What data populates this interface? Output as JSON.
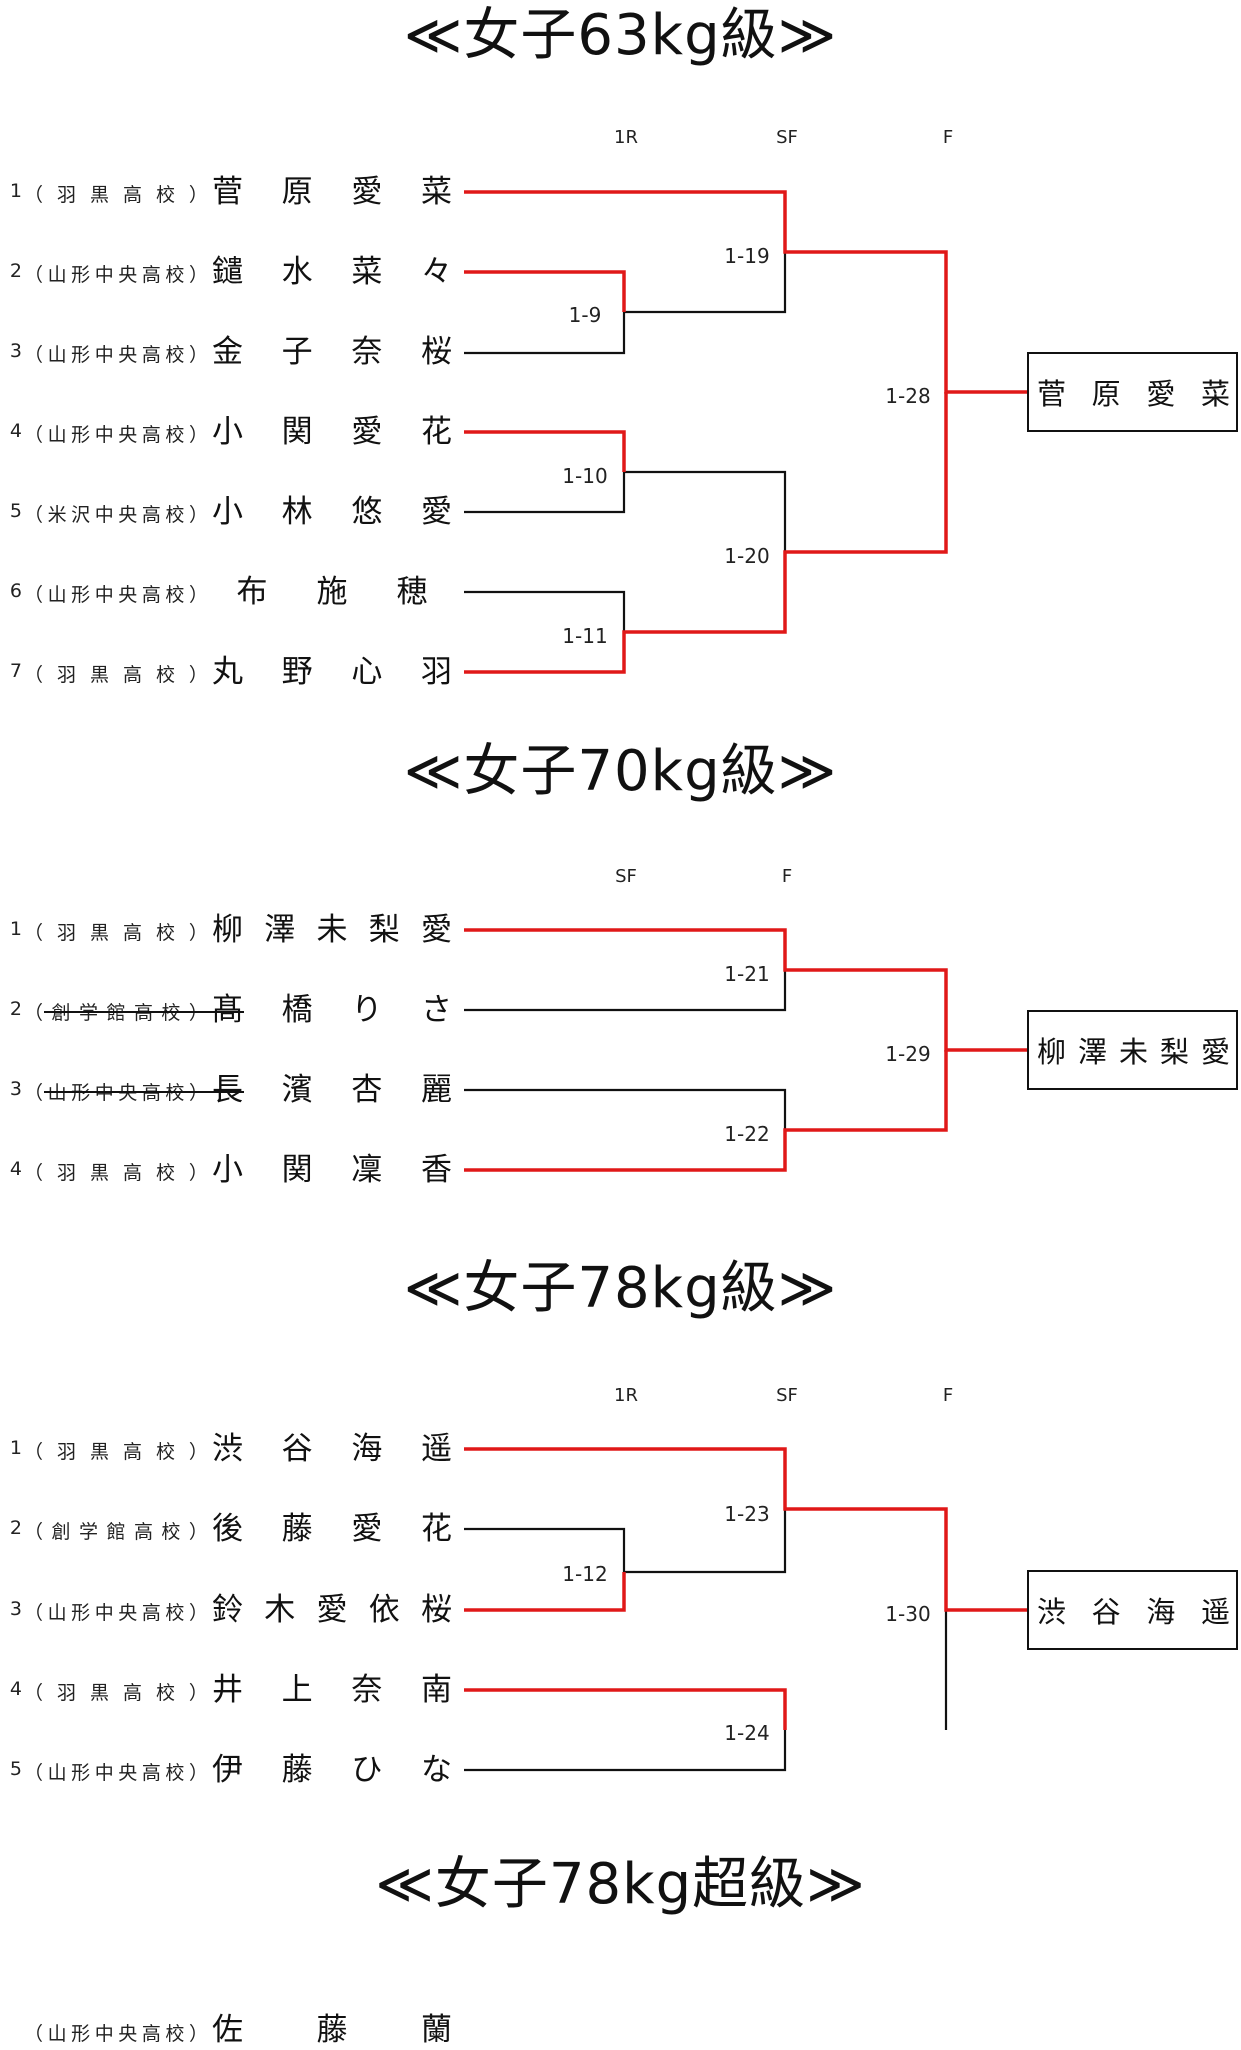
{
  "colors": {
    "win_line": "#e01818",
    "line": "#111111"
  },
  "brackets": [
    {
      "title": "≪女子63kg級≫",
      "rounds": [
        "1R",
        "SF",
        "F"
      ],
      "players": [
        {
          "num": "1",
          "school": "（羽黒高校）",
          "name": "菅原愛菜"
        },
        {
          "num": "2",
          "school": "（山形中央高校）",
          "name": "鑓水菜々"
        },
        {
          "num": "3",
          "school": "（山形中央高校）",
          "name": "金子奈桜"
        },
        {
          "num": "4",
          "school": "（山形中央高校）",
          "name": "小関愛花"
        },
        {
          "num": "5",
          "school": "（米沢中央高校）",
          "name": "小林悠愛"
        },
        {
          "num": "6",
          "school": "（山形中央高校）",
          "name": "布施穂"
        },
        {
          "num": "7",
          "school": "（羽黒高校）",
          "name": "丸野心羽"
        }
      ],
      "matches": [
        "1-9",
        "1-10",
        "1-11",
        "1-19",
        "1-20",
        "1-28"
      ],
      "winner": "菅原愛菜"
    },
    {
      "title": "≪女子70kg級≫",
      "rounds": [
        "SF",
        "F"
      ],
      "players": [
        {
          "num": "1",
          "school": "（羽黒高校）",
          "name": "柳澤未梨愛"
        },
        {
          "num": "2",
          "school": "（創学館高校）",
          "name": "髙橋りさ"
        },
        {
          "num": "3",
          "school": "（山形中央高校）",
          "name": "長濱杏麗"
        },
        {
          "num": "4",
          "school": "（羽黒高校）",
          "name": "小関凜香"
        }
      ],
      "matches": [
        "1-21",
        "1-22",
        "1-29"
      ],
      "winner": "柳澤未梨愛"
    },
    {
      "title": "≪女子78kg級≫",
      "rounds": [
        "1R",
        "SF",
        "F"
      ],
      "players": [
        {
          "num": "1",
          "school": "（羽黒高校）",
          "name": "渋谷海遥"
        },
        {
          "num": "2",
          "school": "（創学館高校）",
          "name": "後藤愛花"
        },
        {
          "num": "3",
          "school": "（山形中央高校）",
          "name": "鈴木愛依桜"
        },
        {
          "num": "4",
          "school": "（羽黒高校）",
          "name": "井上奈南"
        },
        {
          "num": "5",
          "school": "（山形中央高校）",
          "name": "伊藤ひな"
        }
      ],
      "matches": [
        "1-12",
        "1-23",
        "1-24",
        "1-30"
      ],
      "winner": "渋谷海遥"
    },
    {
      "title": "≪女子78kg超級≫",
      "players": [
        {
          "num": "",
          "school": "（山形中央高校）",
          "name": "佐藤蘭"
        }
      ]
    }
  ]
}
